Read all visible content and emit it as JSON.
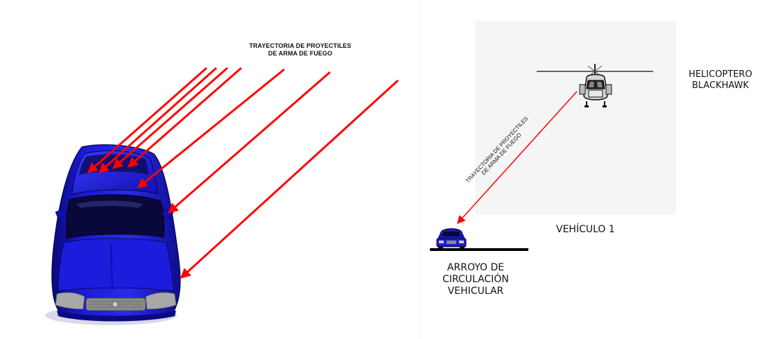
{
  "left_panel": {
    "title_line1": "TRAYECTORIA DE PROYECTILES",
    "title_line2": "DE ARMA DE FUEGO",
    "arrow_count": 7,
    "arrow_color": "#ff0000",
    "car_color": "#1515c8"
  },
  "right_panel": {
    "helicopter_label_line1": "HELICOPTERO",
    "helicopter_label_line2": "BLACKHAWK",
    "trajectory_label_line1": "TRAYECTORIA DE PROYECTILES",
    "trajectory_label_line2": "DE ARMA DE FUEGO",
    "vehicle_label": "VEHÍCULO 1",
    "road_label_line1": "ARROYO DE",
    "road_label_line2": "CIRCULACIÓN",
    "road_label_line3": "VEHICULAR"
  }
}
